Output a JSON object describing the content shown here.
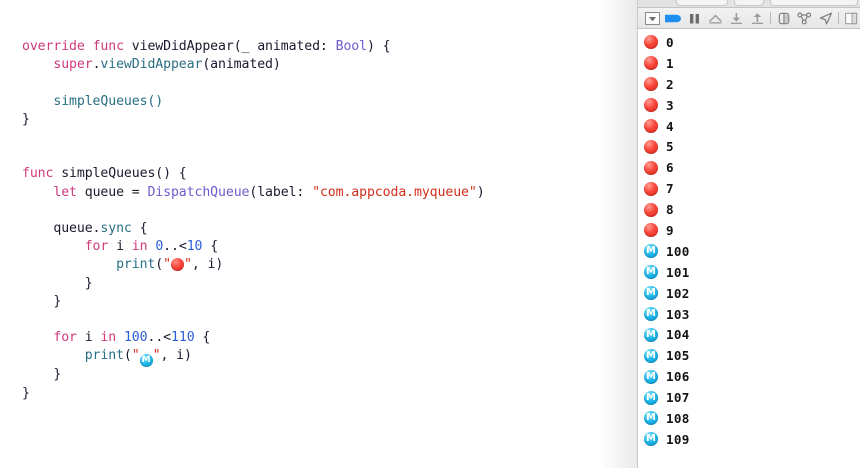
{
  "editor": {
    "language": "swift",
    "lines": [
      [
        {
          "t": "override",
          "c": "kw"
        },
        {
          "t": " ",
          "c": "plain"
        },
        {
          "t": "func",
          "c": "kw"
        },
        {
          "t": " ",
          "c": "plain"
        },
        {
          "t": "viewDidAppear",
          "c": "plain"
        },
        {
          "t": "(_ animated: ",
          "c": "plain"
        },
        {
          "t": "Bool",
          "c": "type"
        },
        {
          "t": ") {",
          "c": "plain"
        }
      ],
      [
        {
          "t": "    ",
          "c": "plain"
        },
        {
          "t": "super",
          "c": "kw"
        },
        {
          "t": ".",
          "c": "plain"
        },
        {
          "t": "viewDidAppear",
          "c": "meth"
        },
        {
          "t": "(animated)",
          "c": "plain"
        }
      ],
      [],
      [
        {
          "t": "    simpleQueues()",
          "c": "meth"
        }
      ],
      [
        {
          "t": "}",
          "c": "plain"
        }
      ],
      [],
      [],
      [
        {
          "t": "func",
          "c": "kw"
        },
        {
          "t": " ",
          "c": "plain"
        },
        {
          "t": "simpleQueues() {",
          "c": "plain"
        }
      ],
      [
        {
          "t": "    ",
          "c": "plain"
        },
        {
          "t": "let",
          "c": "kw"
        },
        {
          "t": " queue = ",
          "c": "plain"
        },
        {
          "t": "DispatchQueue",
          "c": "type"
        },
        {
          "t": "(label: ",
          "c": "plain"
        },
        {
          "t": "\"com.appcoda.myqueue\"",
          "c": "str"
        },
        {
          "t": ")",
          "c": "plain"
        }
      ],
      [],
      [
        {
          "t": "    queue.",
          "c": "plain"
        },
        {
          "t": "sync",
          "c": "meth"
        },
        {
          "t": " {",
          "c": "plain"
        }
      ],
      [
        {
          "t": "        ",
          "c": "plain"
        },
        {
          "t": "for",
          "c": "kw"
        },
        {
          "t": " i ",
          "c": "plain"
        },
        {
          "t": "in",
          "c": "kw"
        },
        {
          "t": " ",
          "c": "plain"
        },
        {
          "t": "0",
          "c": "num"
        },
        {
          "t": "..<",
          "c": "plain"
        },
        {
          "t": "10",
          "c": "num"
        },
        {
          "t": " {",
          "c": "plain"
        }
      ],
      [
        {
          "t": "            ",
          "c": "plain"
        },
        {
          "t": "print",
          "c": "meth"
        },
        {
          "t": "(",
          "c": "plain"
        },
        {
          "t": "\"",
          "c": "str"
        },
        {
          "t": "EMOJI_RED",
          "c": "emoji-red"
        },
        {
          "t": "\"",
          "c": "str"
        },
        {
          "t": ", i)",
          "c": "plain"
        }
      ],
      [
        {
          "t": "        }",
          "c": "plain"
        }
      ],
      [
        {
          "t": "    }",
          "c": "plain"
        }
      ],
      [],
      [
        {
          "t": "    ",
          "c": "plain"
        },
        {
          "t": "for",
          "c": "kw"
        },
        {
          "t": " i ",
          "c": "plain"
        },
        {
          "t": "in",
          "c": "kw"
        },
        {
          "t": " ",
          "c": "plain"
        },
        {
          "t": "100",
          "c": "num"
        },
        {
          "t": "..<",
          "c": "plain"
        },
        {
          "t": "110",
          "c": "num"
        },
        {
          "t": " {",
          "c": "plain"
        }
      ],
      [
        {
          "t": "        ",
          "c": "plain"
        },
        {
          "t": "print",
          "c": "meth"
        },
        {
          "t": "(",
          "c": "plain"
        },
        {
          "t": "\"",
          "c": "str"
        },
        {
          "t": "EMOJI_M",
          "c": "emoji-m"
        },
        {
          "t": "\"",
          "c": "str"
        },
        {
          "t": ", i)",
          "c": "plain"
        }
      ],
      [
        {
          "t": "    }",
          "c": "plain"
        }
      ],
      [
        {
          "t": "}",
          "c": "plain"
        }
      ]
    ],
    "colors": {
      "keyword": "#cf3a7c",
      "type": "#6f5ccc",
      "number": "#2b5fd9",
      "string": "#d12f1b",
      "method": "#2a6f84",
      "plain": "#1a1a2e",
      "background": "#ffffff"
    }
  },
  "console": {
    "toolbar": {
      "items": [
        {
          "name": "filter-dropdown-icon",
          "glyph": "boxed-chevron-down"
        },
        {
          "name": "tag-icon",
          "glyph": "blue-tag",
          "color": "#1f8ef1"
        },
        {
          "name": "pause-icon",
          "glyph": "two-bars"
        },
        {
          "name": "step-over-icon",
          "glyph": "arch-up"
        },
        {
          "name": "step-into-icon",
          "glyph": "arrow-down-bar"
        },
        {
          "name": "step-out-icon",
          "glyph": "arrow-up-bar"
        },
        {
          "name": "separator",
          "glyph": "divider"
        },
        {
          "name": "view-debug-hierarchy-icon",
          "glyph": "split-box"
        },
        {
          "name": "memory-graph-icon",
          "glyph": "node-share"
        },
        {
          "name": "simulate-location-icon",
          "glyph": "paper-plane"
        },
        {
          "name": "separator-2",
          "glyph": "divider"
        },
        {
          "name": "variables-view-icon",
          "glyph": "panel-right"
        }
      ]
    },
    "output": {
      "rows": [
        {
          "badge": "red",
          "value": "0"
        },
        {
          "badge": "red",
          "value": "1"
        },
        {
          "badge": "red",
          "value": "2"
        },
        {
          "badge": "red",
          "value": "3"
        },
        {
          "badge": "red",
          "value": "4"
        },
        {
          "badge": "red",
          "value": "5"
        },
        {
          "badge": "red",
          "value": "6"
        },
        {
          "badge": "red",
          "value": "7"
        },
        {
          "badge": "red",
          "value": "8"
        },
        {
          "badge": "red",
          "value": "9"
        },
        {
          "badge": "m",
          "value": "100"
        },
        {
          "badge": "m",
          "value": "101"
        },
        {
          "badge": "m",
          "value": "102"
        },
        {
          "badge": "m",
          "value": "103"
        },
        {
          "badge": "m",
          "value": "104"
        },
        {
          "badge": "m",
          "value": "105"
        },
        {
          "badge": "m",
          "value": "106"
        },
        {
          "badge": "m",
          "value": "107"
        },
        {
          "badge": "m",
          "value": "108"
        },
        {
          "badge": "m",
          "value": "109"
        }
      ],
      "badge_labels": {
        "red": "",
        "m": "M"
      },
      "badge_colors": {
        "red": "#f8453a",
        "m": "#1fb6e8"
      }
    }
  }
}
